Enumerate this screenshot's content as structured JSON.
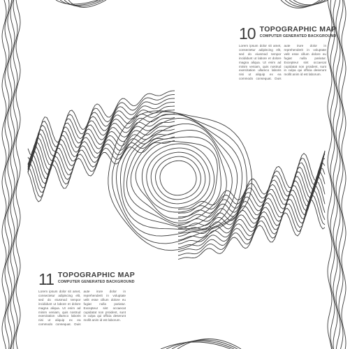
{
  "top_block": {
    "number": "10",
    "title": "TOPOGRAPHIC MAP",
    "subtitle": "COMPUTER GENERATED BACKGROUND",
    "body": "Lorem ipsum dolor sit amet, consectetur adipiscing elit, sed do eiusmod tempor incididunt ut labore et dolore magna aliqua. Ut enim ad minim veniam, quis nostrud exercitation ullamco laboris nisi ut aliquip ex ea commodo consequat. Duis aute irure dolor in reprehenderit in voluptate velit esse cillum dolore eu fugiat nulla pariatur. Excepteur sint occaecat cupidatat non proident, sunt in culpa qui officia deserunt mollit anim id est laborum."
  },
  "bottom_block": {
    "number": "11",
    "title": "TOPOGRAPHIC MAP",
    "subtitle": "COMPUTER GENERATED BACKGROUND",
    "body": "Lorem ipsum dolor sit amet, consectetur adipiscing elit, sed do eiusmod tempor incididunt ut labore et dolore magna aliqua. Ut enim ad minim veniam, quis nostrud exercitation ullamco laboris nisi ut aliquip ex ea commodo consequat. Duis aute irure dolor in reprehenderit in voluptate velit esse cillum dolore eu fugiat nulla pariatur. Excepteur sint occaecat cupidatat non proident, sunt in culpa qui officia deserunt mollit anim id est laborum."
  },
  "colors": {
    "line": "#3a3a3a",
    "text": "#3c3c3c",
    "background": "#ffffff"
  }
}
